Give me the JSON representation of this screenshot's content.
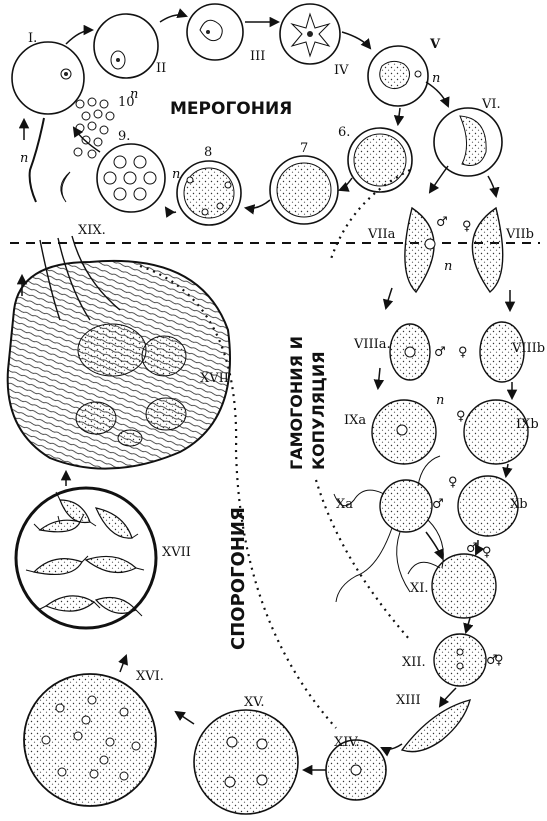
{
  "sections": {
    "merogony": "МЕРОГОНИЯ",
    "gamogony_line1": "ГАМОГОНИЯ И",
    "gamogony_line2": "КОПУЛЯЦИЯ",
    "sporogony": "СПОРОГОНИЯ"
  },
  "stage_labels": {
    "s1": "I.",
    "s2": "II",
    "s3": "III",
    "s4": "IV",
    "s5": "V",
    "s6": "VI.",
    "s7a": "VIIa",
    "s7b": "VIIb",
    "s8a": "VIIIa.",
    "s8b": "VIIIb",
    "s9a": "IXa",
    "s9b": "IXb",
    "s10a": "Xa",
    "s10b": "Xb",
    "s11": "XI.",
    "s12": "XII.",
    "s13": "XIII",
    "s14": "XIV.",
    "s15": "XV.",
    "s16": "XVI.",
    "s17": "XVII",
    "s18": "XVII",
    "s19": "XIX.",
    "n6": "6.",
    "n7": "7",
    "n8": "8",
    "n9": "9.",
    "n10": "10"
  },
  "marks": {
    "nucleus": "n",
    "male": "♂",
    "female": "♀"
  }
}
